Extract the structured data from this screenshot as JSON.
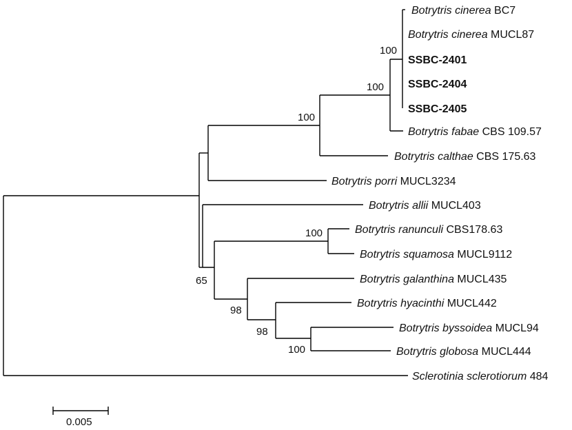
{
  "tree": {
    "taxa": [
      {
        "id": "bc7",
        "genus_species": "Botrytris cinerea",
        "strain": "BC7",
        "bold": false
      },
      {
        "id": "mucl87",
        "genus_species": "Botrytris cinerea",
        "strain": "MUCL87",
        "bold": false
      },
      {
        "id": "ssbc2401",
        "genus_species": "",
        "strain": "SSBC-2401",
        "bold": true
      },
      {
        "id": "ssbc2404",
        "genus_species": "",
        "strain": "SSBC-2404",
        "bold": true
      },
      {
        "id": "ssbc2405",
        "genus_species": "",
        "strain": "SSBC-2405",
        "bold": true
      },
      {
        "id": "fabae",
        "genus_species": "Botrytris fabae",
        "strain": "CBS 109.57",
        "bold": false
      },
      {
        "id": "calthae",
        "genus_species": "Botrytris calthae",
        "strain": "CBS 175.63",
        "bold": false
      },
      {
        "id": "porri",
        "genus_species": "Botrytris porri",
        "strain": "MUCL3234",
        "bold": false
      },
      {
        "id": "allii",
        "genus_species": "Botrytris allii",
        "strain": "MUCL403",
        "bold": false
      },
      {
        "id": "ranunculi",
        "genus_species": "Botrytris ranunculi",
        "strain": "CBS178.63",
        "bold": false
      },
      {
        "id": "squamosa",
        "genus_species": "Botrytris squamosa",
        "strain": "MUCL9112",
        "bold": false
      },
      {
        "id": "galanthina",
        "genus_species": "Botrytris galanthina",
        "strain": "MUCL435",
        "bold": false
      },
      {
        "id": "hyacinthi",
        "genus_species": "Botrytris hyacinthi",
        "strain": "MUCL442",
        "bold": false
      },
      {
        "id": "byssoidea",
        "genus_species": "Botrytris byssoidea",
        "strain": "MUCL94",
        "bold": false
      },
      {
        "id": "globosa",
        "genus_species": "Botrytris globosa",
        "strain": "MUCL444",
        "bold": false
      },
      {
        "id": "sclerotinia",
        "genus_species": "Sclerotinia sclerotiorum",
        "strain": "484",
        "bold": false
      }
    ],
    "support_values": {
      "cinerea_clade": "100",
      "cinerea_fabae": "100",
      "cinerea_calthae": "100",
      "ranunculi_squamosa": "100",
      "galanthina_group": "98",
      "hyacinthi_group": "98",
      "byssoidea_globosa": "100",
      "allii_group": "65"
    },
    "scale_bar": {
      "label": "0.005",
      "length": 0.005
    }
  }
}
